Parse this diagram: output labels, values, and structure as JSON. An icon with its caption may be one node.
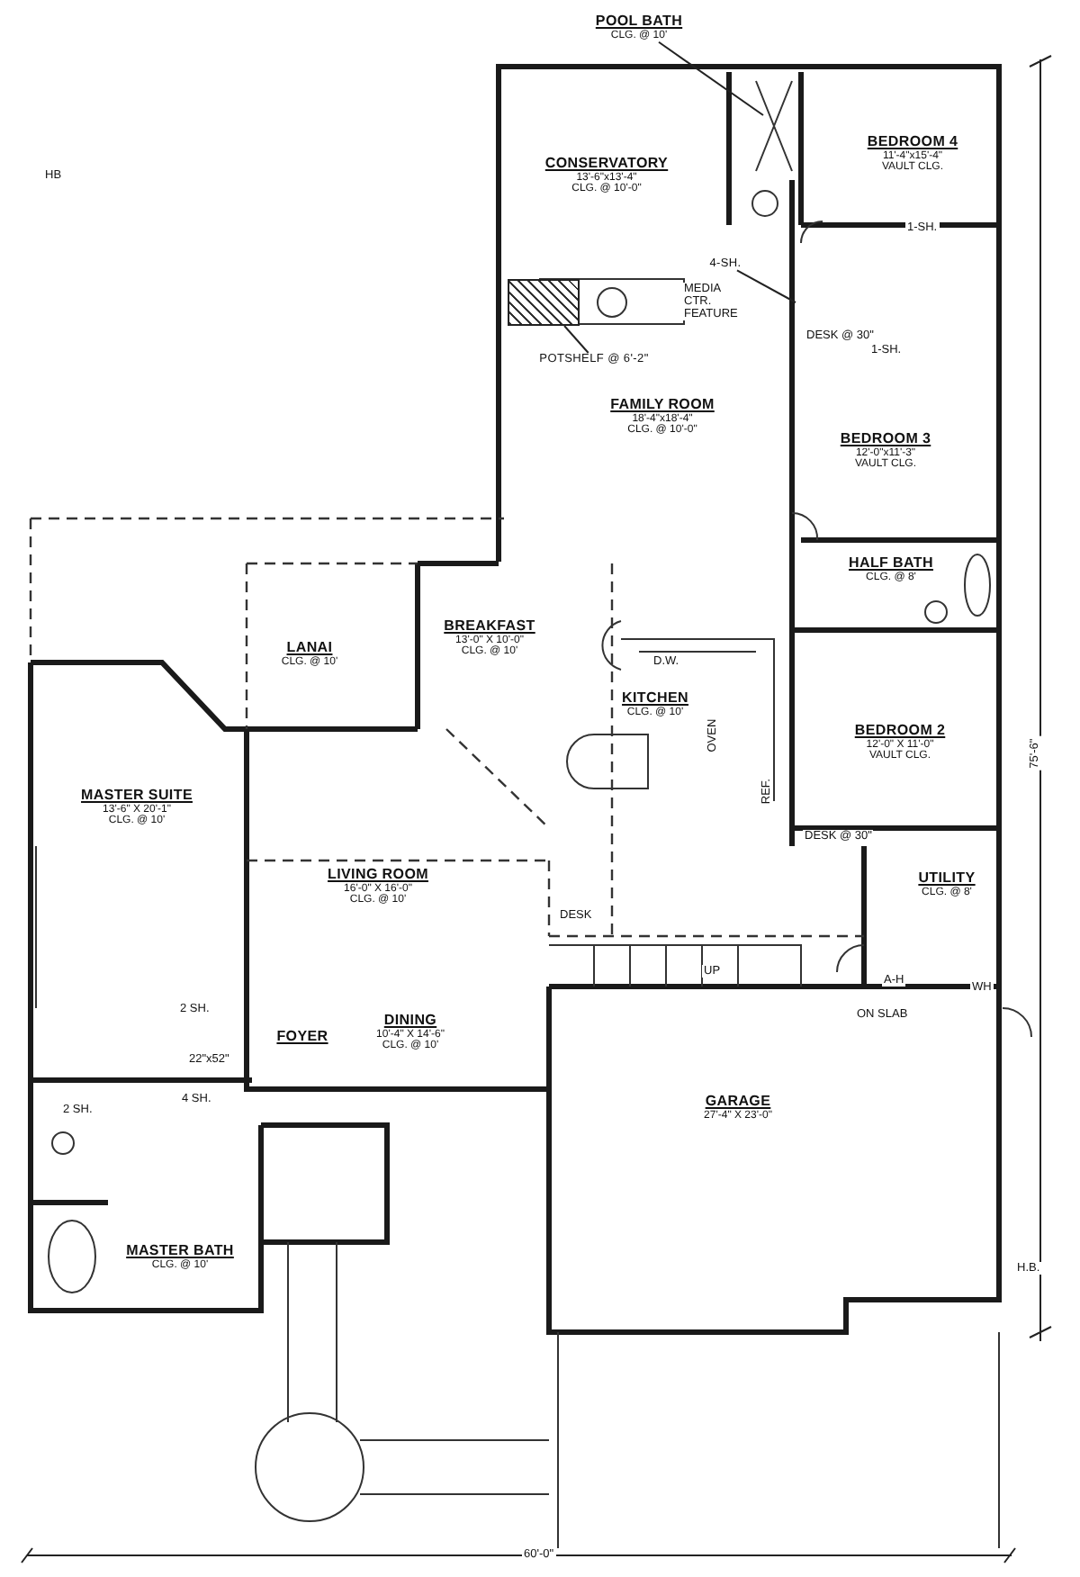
{
  "diagram": {
    "nodes": [
      {
        "text": [
          "POOL BATH",
          "CLG. @ 10'"
        ]
      },
      {
        "text": [
          "CONSERVATORY",
          "13'-6\"x13'-4\"",
          "CLG. @ 10'-0\""
        ]
      },
      {
        "text": [
          "BEDROOM 4",
          "11'-4\"x15'-4\"",
          "VAULT CLG."
        ]
      },
      {
        "text": [
          "FAMILY ROOM",
          "18'-4\"x18'-4\"",
          "CLG. @ 10'-0\""
        ]
      },
      {
        "text": [
          "BEDROOM 3",
          "12'-0\"x11'-3\"",
          "VAULT CLG."
        ]
      },
      {
        "text": [
          "HALF BATH",
          "CLG. @ 8'"
        ]
      },
      {
        "text": [
          "LANAI",
          "CLG. @ 10'"
        ]
      },
      {
        "text": [
          "BREAKFAST",
          "13'-0\" X 10'-0\"",
          "CLG. @ 10'"
        ]
      },
      {
        "text": [
          "KITCHEN",
          "CLG. @ 10'"
        ]
      },
      {
        "text": [
          "BEDROOM 2",
          "12'-0\" X 11'-0\"",
          "VAULT CLG."
        ]
      },
      {
        "text": [
          "MASTER SUITE",
          "13'-6\" X 20'-1\"",
          "CLG. @ 10'"
        ]
      },
      {
        "text": [
          "LIVING ROOM",
          "16'-0\" X 16'-0\"",
          "CLG. @ 10'"
        ]
      },
      {
        "text": [
          "UTILITY",
          "CLG. @ 8'"
        ]
      },
      {
        "text": [
          "FOYER"
        ]
      },
      {
        "text": [
          "DINING",
          "10'-4\" X 14'-6\"",
          "CLG. @ 10'"
        ]
      },
      {
        "text": [
          "GARAGE",
          "27'-4\" X 23'-0\""
        ]
      },
      {
        "text": [
          "MASTER BATH",
          "CLG. @ 10'"
        ]
      },
      {
        "text": [
          "POTSHELF @ 6'-2\""
        ]
      },
      {
        "text": [],
        "shape": "box"
      },
      {
        "text": [
          "4-SH."
        ]
      }
    ],
    "edges": [
      {
        "from": 17,
        "to": 18,
        "arrow": "none"
      },
      {
        "from": 19,
        "to": null,
        "arrow": "none"
      },
      {
        "from": 0,
        "to": null,
        "arrow": "none"
      }
    ],
    "labels": [
      "MEDIA CTR. FEATURE",
      "1-SH.",
      "DESK @ 30\"",
      "1-SH.",
      "D.W.",
      "OVEN",
      "REF.",
      "DESK @ 30\"",
      "DESK",
      "UP",
      "A-H",
      "WH",
      "ON SLAB",
      "2 SH.",
      "22\"x52\"",
      "4 SH.",
      "2 SH.",
      "HB",
      "H.B.",
      "75'-6\"",
      "60'-0\""
    ]
  }
}
